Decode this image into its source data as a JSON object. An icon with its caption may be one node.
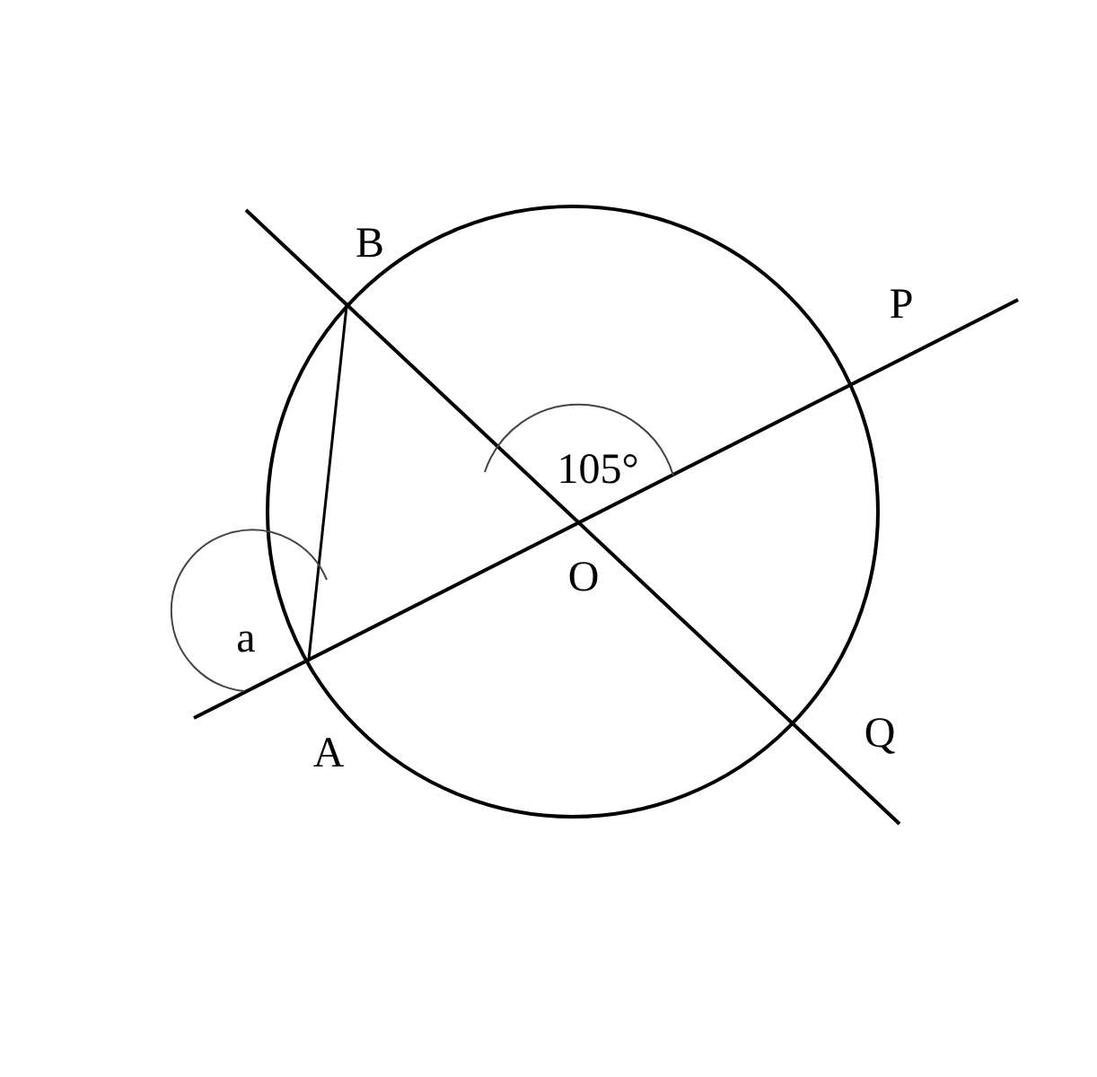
{
  "diagram": {
    "labels": [
      "B",
      "P",
      "105°",
      "O",
      "a",
      "A",
      "Q"
    ]
  }
}
